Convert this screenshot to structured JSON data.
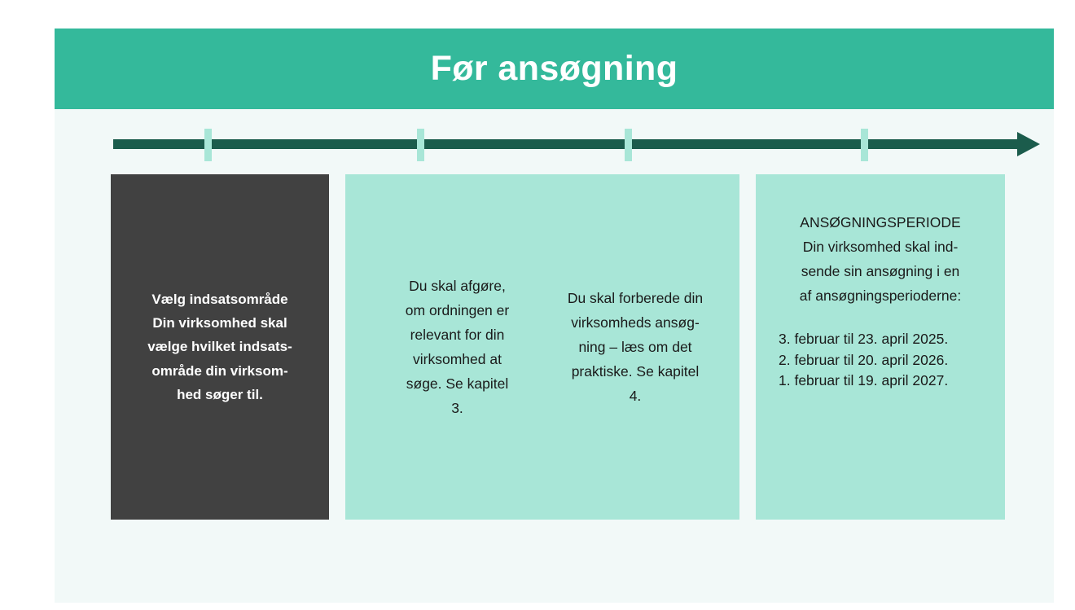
{
  "header": {
    "title": "Før ansøgning",
    "background_color": "#34b99b",
    "text_color": "#ffffff"
  },
  "panel": {
    "background_color": "#f2f9f8"
  },
  "timeline": {
    "name": "process-timeline-arrow",
    "line_color": "#1b5c4c",
    "tick_color": "#a8e6d7",
    "tick_count": 4,
    "direction": "left-to-right"
  },
  "steps": [
    {
      "index": 1,
      "style": "dark",
      "background_color": "#414141",
      "text_color": "#ffffff",
      "heading": "Vælg indsatsområde",
      "body": "Vælg indsatsområde\nDin virksomhed skal\nvælge hvilket indsats-\nområde din virksom-\nhed søger til."
    },
    {
      "index": 2,
      "style": "mint",
      "background_color": "#a8e6d7",
      "text_color": "#1a1a1a",
      "body": "Du skal afgøre,\nom ordningen er\nrelevant for din\nvirksomhed at\nsøge. Se kapitel\n3."
    },
    {
      "index": 3,
      "style": "mint",
      "background_color": "#a8e6d7",
      "text_color": "#1a1a1a",
      "body": "Du skal forberede din\nvirksomheds ansøg-\nning – læs om det\npraktiske. Se kapitel\n4."
    },
    {
      "index": 4,
      "style": "mint",
      "background_color": "#a8e6d7",
      "text_color": "#1a1a1a",
      "heading": "ANSØGNINGSPERIODE\nDin virksomhed skal ind-\nsende sin ansøgning i en\naf ansøgningsperioderne:",
      "dates": [
        "3. februar til 23. april 2025.",
        "2. februar til 20. april 2026.",
        "1. februar til 19. april 2027."
      ]
    }
  ]
}
